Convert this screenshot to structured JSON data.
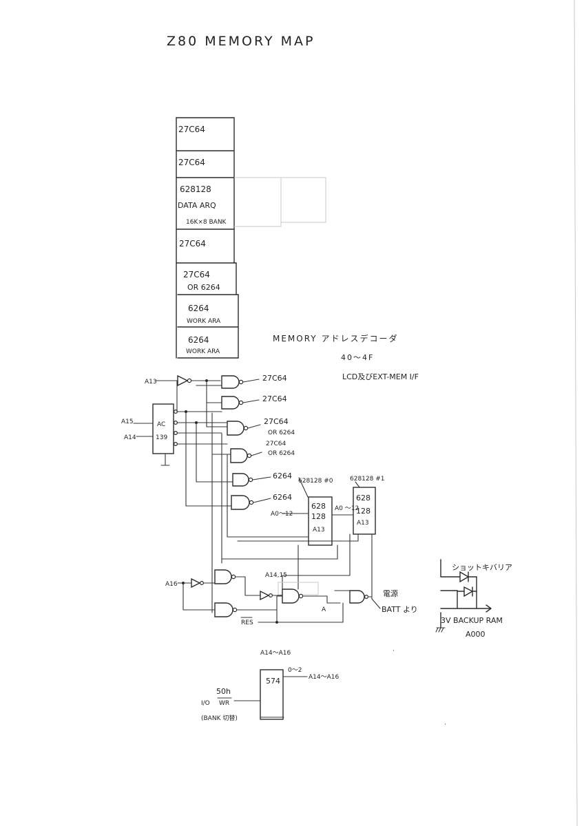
{
  "title": "Z80 MEMORY MAP",
  "memory_map": {
    "blocks": [
      {
        "line1": "27C64",
        "line2": "",
        "line3": ""
      },
      {
        "line1": "27C64",
        "line2": "",
        "line3": ""
      },
      {
        "line1": "628128",
        "line2": "DATA ARQ",
        "line3": "16K×8 BANK"
      },
      {
        "line1": "27C64",
        "line2": "",
        "line3": ""
      },
      {
        "line1": "27C64",
        "line2": "OR 6264",
        "line3": ""
      },
      {
        "line1": "6264",
        "line2": "WORK ARA",
        "line3": ""
      },
      {
        "line1": "6264",
        "line2": "WORK ARA",
        "line3": ""
      }
    ]
  },
  "decoder_notes": {
    "heading": "MEMORY アドレスデコーダ",
    "range": "40～4F",
    "io_note": "LCD及びEXT-MEM I/F"
  },
  "decoder_circuit": {
    "inputs": {
      "a13": "A13",
      "a15": "A15",
      "a14": "A14"
    },
    "decoder_chip": {
      "line1": "AC",
      "line2": "139"
    },
    "outputs": [
      {
        "line1": "27C64",
        "line2": ""
      },
      {
        "line1": "27C64",
        "line2": ""
      },
      {
        "line1": "27C64",
        "line2": "OR 6264"
      },
      {
        "line1": "27C64",
        "line2": "OR 6264"
      },
      {
        "line1": "6264",
        "line2": ""
      },
      {
        "line1": "6264",
        "line2": ""
      }
    ],
    "chip0_title": "628128 #0",
    "chip1_title": "628128 #1",
    "chip0": {
      "l1": "628",
      "l2": "128",
      "l3": "A13"
    },
    "chip1": {
      "l1": "628",
      "l2": "128",
      "l3": "A13"
    },
    "addr_label_0": "A0～12",
    "addr_label_1": "A0 ～12"
  },
  "bank_circuit": {
    "a16_label": "A16",
    "a1415_label": "A14,15",
    "res_label": "RES",
    "a_label": "A",
    "power_note": "電源",
    "batt_label": "BATT より",
    "schottky_label": "ショットキバリア",
    "backup_label": "3V BACKUP RAM",
    "backup_addr": "A000"
  },
  "latch_circuit": {
    "range_label": "A14～A16",
    "chip_label": "574",
    "out_bits": "0～2",
    "out_label": "A14～A16",
    "port_label": "50h",
    "io_label": "I/O",
    "wr_label": "WR",
    "bank_note": "(BANK 切替)"
  }
}
